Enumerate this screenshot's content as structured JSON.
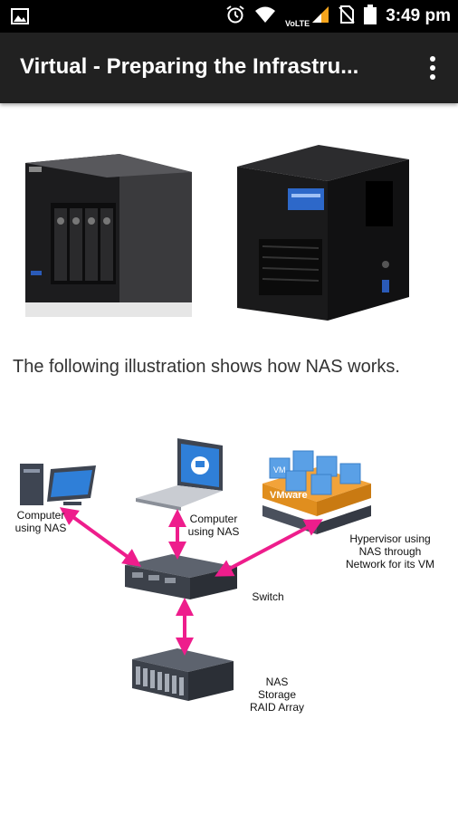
{
  "status_bar": {
    "time": "3:49 pm",
    "network_label": "VoLTE",
    "icons": [
      "gallery-icon",
      "alarm-icon",
      "wifi-icon",
      "signal-icon",
      "no-sim-icon",
      "battery-icon"
    ]
  },
  "app_bar": {
    "title": "Virtual - Preparing the Infrastru...",
    "menu_icon": "overflow-menu-icon"
  },
  "article": {
    "paragraph": "The following illustration shows how NAS works.",
    "diagram": {
      "computer_left": "Computer using NAS",
      "computer_left_l1": "Computer",
      "computer_left_l2": "using NAS",
      "laptop_l1": "Computer",
      "laptop_l2": "using NAS",
      "hypervisor_l1": "Hypervisor using",
      "hypervisor_l2": "NAS through",
      "hypervisor_l3": "Network for its VM",
      "switch": "Switch",
      "nas_l1": "NAS",
      "nas_l2": "Storage",
      "nas_l3": "RAID Array",
      "vm_label": "VM",
      "vmware_label": "VMware",
      "arrow_color": "#ee1d8c"
    }
  },
  "colors": {
    "status_bg": "#000000",
    "app_bar_bg": "#212121",
    "text": "#333333",
    "arrow": "#ee1d8c"
  }
}
